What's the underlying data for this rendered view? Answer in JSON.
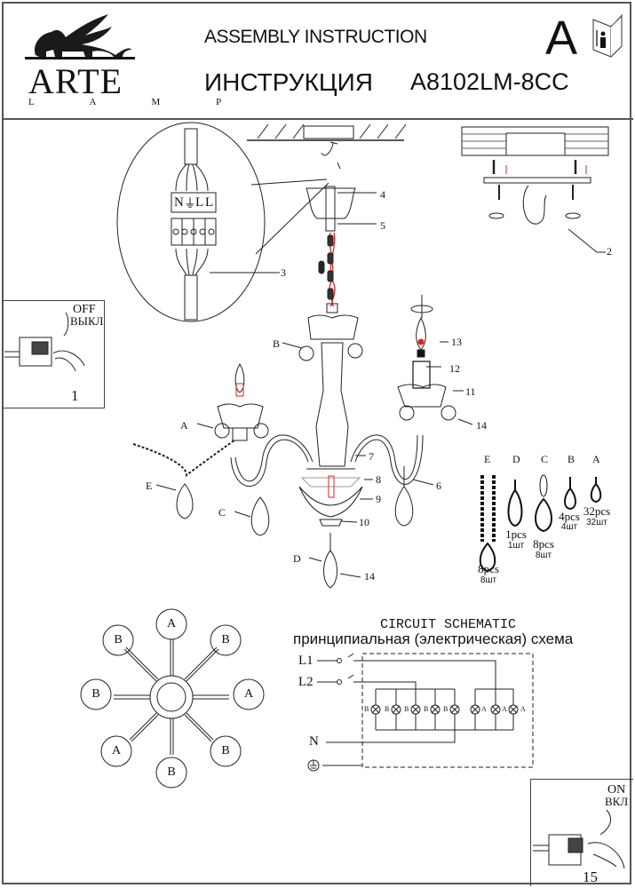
{
  "header": {
    "brand": "ARTE",
    "brand_sub": "L A M P",
    "title_en": "ASSEMBLY INSTRUCTION",
    "title_ru": "ИНСТРУКЦИЯ",
    "model": "A8102LM-8CC",
    "sheet_letter": "A",
    "manual_icon": "manual-info-icon"
  },
  "step1": {
    "state_en": "OFF",
    "state_ru": "ВЫКЛ",
    "number": "1"
  },
  "step15": {
    "state_en": "ON",
    "state_ru": "ВКЛ",
    "number": "15"
  },
  "wiring_detail": {
    "terminal_labels": [
      "N",
      "⏚",
      "L",
      "L"
    ],
    "callout": "3"
  },
  "ceiling_mount": {
    "callout": "2"
  },
  "part_callouts": [
    "4",
    "5",
    "6",
    "7",
    "8",
    "9",
    "10",
    "11",
    "12",
    "13",
    "14",
    "14"
  ],
  "crystal_callouts": [
    "A",
    "B",
    "C",
    "D",
    "E"
  ],
  "crystals": [
    {
      "type": "E",
      "qty_en": "8pcs",
      "qty_ru": "8шт"
    },
    {
      "type": "D",
      "qty_en": "1pcs",
      "qty_ru": "1шт"
    },
    {
      "type": "C",
      "qty_en": "8pcs",
      "qty_ru": "8шт"
    },
    {
      "type": "B",
      "qty_en": "4pcs",
      "qty_ru": "4шт"
    },
    {
      "type": "A",
      "qty_en": "32pcs",
      "qty_ru": "32шт"
    }
  ],
  "arm_layout": [
    "A",
    "B",
    "A",
    "B",
    "B",
    "A",
    "B",
    "B"
  ],
  "circuit": {
    "title_en": "CIRCUIT SCHEMATIC",
    "title_ru": "принципиальная (электрическая) схема",
    "inputs": [
      "L1",
      "L2",
      "N"
    ],
    "lamp_labels": [
      "B",
      "B",
      "B",
      "B",
      "B",
      "A",
      "A",
      "A"
    ]
  }
}
